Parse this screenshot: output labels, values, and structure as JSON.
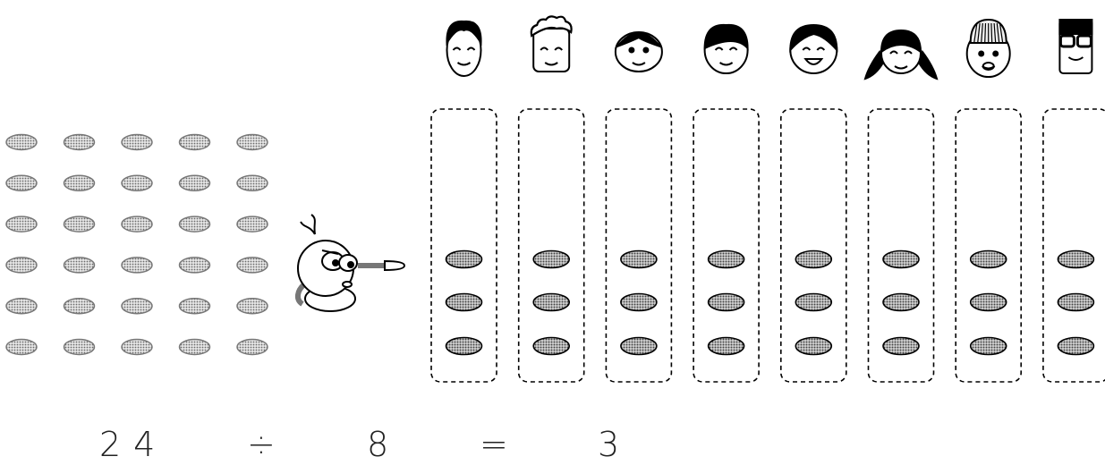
{
  "equation": {
    "dividend": "24",
    "operator": "÷",
    "divisor": "8",
    "equals": "=",
    "quotient": "3"
  },
  "pool": {
    "rows": 6,
    "cols": 5
  },
  "people": [
    {
      "icon": "man-long-hair-face-icon"
    },
    {
      "icon": "man-curly-hair-face-icon"
    },
    {
      "icon": "child-face-icon"
    },
    {
      "icon": "woman-face-icon"
    },
    {
      "icon": "smiling-woman-face-icon"
    },
    {
      "icon": "girl-pigtails-face-icon"
    },
    {
      "icon": "man-beanie-face-icon"
    },
    {
      "icon": "man-glasses-face-icon"
    }
  ],
  "items_per_person": 3,
  "colors": {
    "item_fill": "#c8c8c8",
    "item_stroke": "#555555",
    "outline": "#000000"
  }
}
